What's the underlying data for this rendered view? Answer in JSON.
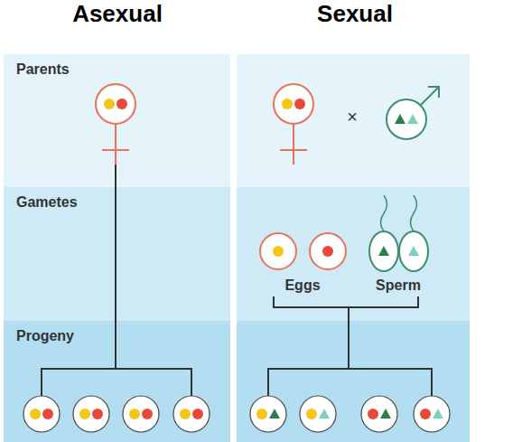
{
  "diagram": {
    "nodes": [
      {
        "text": [
          "Parents"
        ]
      },
      {
        "text": [
          "Gametes"
        ]
      },
      {
        "text": [
          "Progeny"
        ]
      }
    ],
    "labels": [
      "Asexual",
      "Sexual",
      "×",
      "Eggs",
      "Sperm"
    ]
  }
}
